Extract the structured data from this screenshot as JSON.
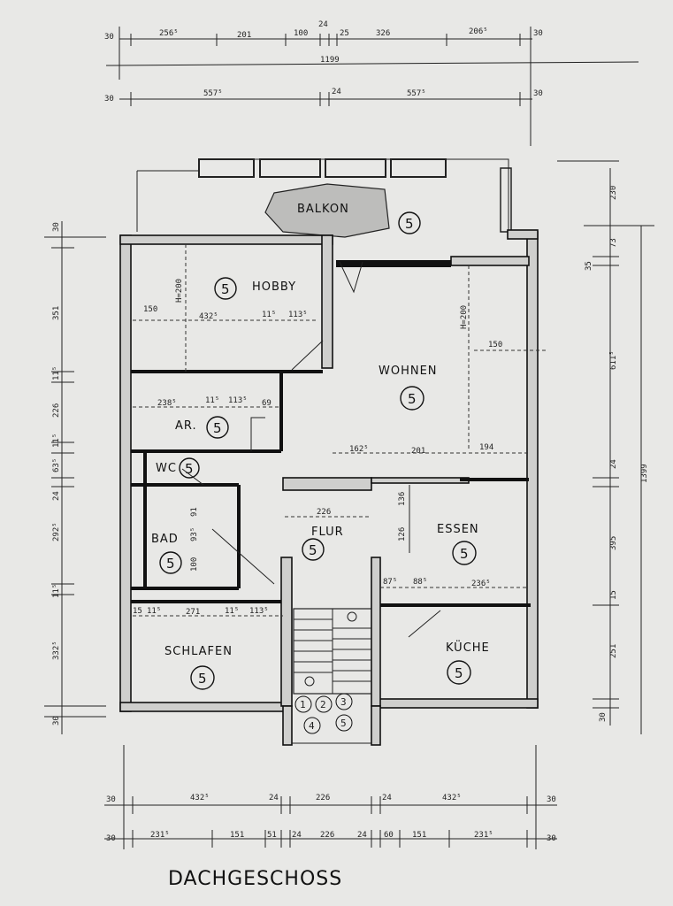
{
  "title": "DACHGESCHOSS",
  "rooms": {
    "hobby": "HOBBY",
    "balkon": "BALKON",
    "wohnen": "WOHNEN",
    "ar": "AR.",
    "wc": "WC",
    "bad": "BAD",
    "flur": "FLUR",
    "essen": "ESSEN",
    "schlafen": "SCHLAFEN",
    "kueche": "KÜCHE"
  },
  "circle_numbers": {
    "five": "5",
    "one": "1",
    "two": "2",
    "three": "3",
    "four": "4"
  },
  "dims_top": {
    "row1": [
      "30",
      "256⁵",
      "201",
      "100",
      "24",
      "25",
      "326",
      "206⁵",
      "30"
    ],
    "row2": "1199",
    "row3": [
      "30",
      "557⁵",
      "24",
      "557⁵",
      "30"
    ]
  },
  "dims_bottom": {
    "row1": [
      "30",
      "432⁵",
      "24",
      "226",
      "24",
      "432⁵",
      "30"
    ],
    "row2": [
      "30",
      "231⁵",
      "151",
      "51",
      "24",
      "226",
      "24",
      "60",
      "151",
      "231⁵",
      "30"
    ]
  },
  "dims_left": [
    "30",
    "351",
    "11⁵",
    "226",
    "11⁵",
    "63⁵",
    "24",
    "292⁵",
    "11⁵",
    "332⁵",
    "30"
  ],
  "dims_right": [
    "230",
    "73",
    "35",
    "611⁵",
    "24",
    "395",
    "15",
    "251",
    "30",
    "1399"
  ],
  "dims_inner": {
    "hobby_h": "H=200",
    "hobby_150": "150",
    "hobby_432": "432⁵",
    "hobby_11": "11⁵",
    "hobby_113": "113⁵",
    "wohnen_h": "H=200",
    "wohnen_150": "150",
    "ar_238": "238⁵",
    "ar_11": "11⁵",
    "ar_113": "113⁵",
    "ar_69": "69",
    "mid_162": "162⁵",
    "mid_201": "201",
    "mid_194": "194",
    "bad_91": "91",
    "bad_93": "93⁵",
    "bad_100": "100",
    "flur_226": "226",
    "essen_126": "126",
    "essen_136": "136",
    "essen_87": "87⁵",
    "essen_88": "88⁵",
    "essen_236": "236⁵",
    "sch_15": "15",
    "sch_11": "11⁵",
    "sch_271": "271",
    "sch_11b": "11⁵",
    "sch_113": "113⁵"
  }
}
